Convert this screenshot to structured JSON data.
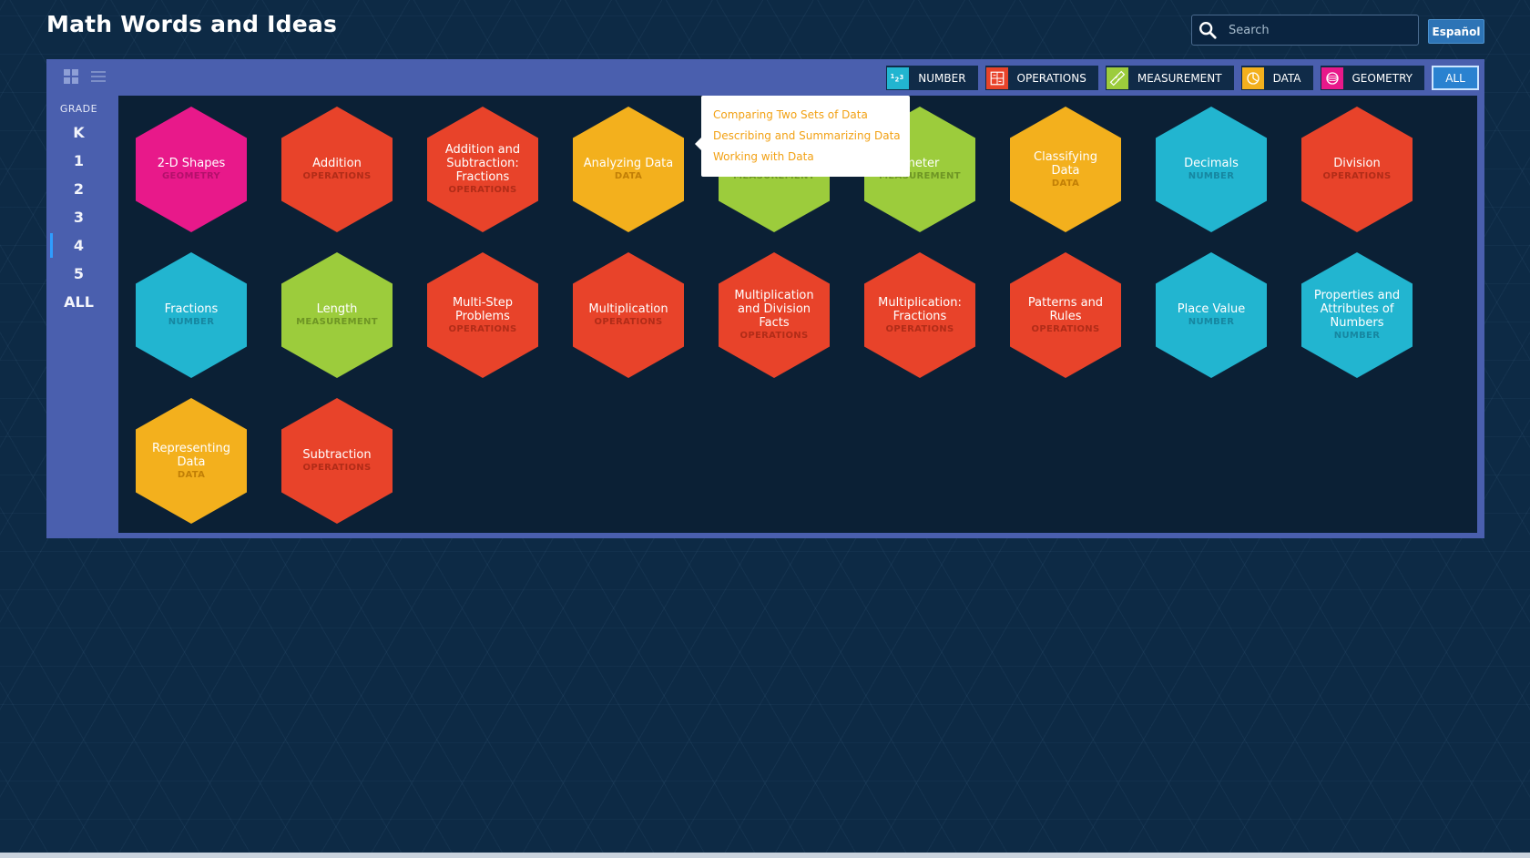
{
  "header": {
    "title": "Math Words and Ideas",
    "search_placeholder": "Search",
    "language_button": "Español"
  },
  "view_toggles": {
    "grid_icon": "grid-view-icon",
    "list_icon": "list-view-icon"
  },
  "categories": [
    {
      "label": "NUMBER",
      "icon": "number-icon",
      "color": "#22b5d0"
    },
    {
      "label": "OPERATIONS",
      "icon": "operations-icon",
      "color": "#e8432a"
    },
    {
      "label": "MEASUREMENT",
      "icon": "ruler-icon",
      "color": "#9ccc3c"
    },
    {
      "label": "DATA",
      "icon": "pie-chart-icon",
      "color": "#f3b01d"
    },
    {
      "label": "GEOMETRY",
      "icon": "circle-shape-icon",
      "color": "#e8198a"
    }
  ],
  "all_button": "ALL",
  "grades": {
    "label": "GRADE",
    "items": [
      "K",
      "1",
      "2",
      "3",
      "4",
      "5",
      "ALL"
    ],
    "selected": "4"
  },
  "topics": [
    {
      "title": "2-D Shapes",
      "category": "GEOMETRY"
    },
    {
      "title": "Addition",
      "category": "OPERATIONS"
    },
    {
      "title": "Addition and Subtraction: Fractions",
      "category": "OPERATIONS"
    },
    {
      "title": "Analyzing Data",
      "category": "DATA"
    },
    {
      "title": "ea and",
      "category": "MEASUREMENT"
    },
    {
      "title": "imeter",
      "category": "MEASUREMENT"
    },
    {
      "title": "Classifying Data",
      "category": "DATA"
    },
    {
      "title": "Decimals",
      "category": "NUMBER"
    },
    {
      "title": "Division",
      "category": "OPERATIONS"
    },
    {
      "title": "Fractions",
      "category": "NUMBER"
    },
    {
      "title": "Length",
      "category": "MEASUREMENT"
    },
    {
      "title": "Multi-Step Problems",
      "category": "OPERATIONS"
    },
    {
      "title": "Multiplication",
      "category": "OPERATIONS"
    },
    {
      "title": "Multiplication and Division Facts",
      "category": "OPERATIONS"
    },
    {
      "title": "Multiplication: Fractions",
      "category": "OPERATIONS"
    },
    {
      "title": "Patterns and Rules",
      "category": "OPERATIONS"
    },
    {
      "title": "Place Value",
      "category": "NUMBER"
    },
    {
      "title": "Properties and Attributes of Numbers",
      "category": "NUMBER"
    },
    {
      "title": "Representing Data",
      "category": "DATA"
    },
    {
      "title": "Subtraction",
      "category": "OPERATIONS"
    }
  ],
  "category_colors": {
    "NUMBER": {
      "fill": "#22b5d0",
      "label": "#1686a0"
    },
    "OPERATIONS": {
      "fill": "#e8432a",
      "label": "#b12c18"
    },
    "MEASUREMENT": {
      "fill": "#9ccc3c",
      "label": "#6e9524"
    },
    "DATA": {
      "fill": "#f3b01d",
      "label": "#c17f06"
    },
    "GEOMETRY": {
      "fill": "#e8198a",
      "label": "#b3106b"
    }
  },
  "tooltip": {
    "items": [
      "Comparing Two Sets of Data",
      "Describing and Summarizing Data",
      "Working with Data"
    ]
  }
}
